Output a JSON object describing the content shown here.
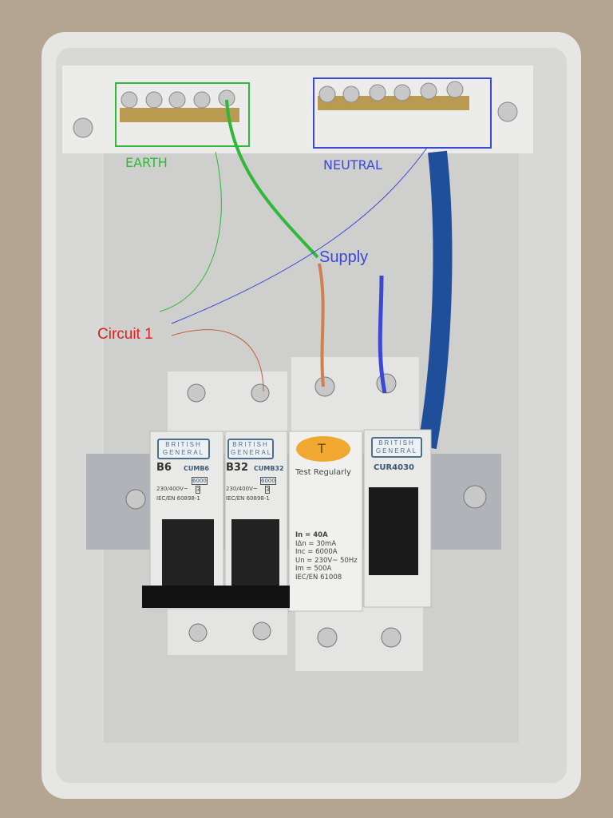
{
  "annotations": {
    "earth": "EARTH",
    "neutral": "NEUTRAL",
    "supply": "Supply",
    "circuit": "Circuit 1",
    "colors": {
      "earth": "#2fb83a",
      "neutral": "#3a48d8",
      "circuit": "#e02020",
      "supply": "#3a48d8"
    }
  },
  "devices": {
    "mcb1": {
      "brand": "BRITISH GENERAL",
      "rating": "B6",
      "model": "CUMB6",
      "breaking": "6000",
      "class": "3",
      "voltage": "230/400V~",
      "standard": "IEC/EN 60898-1"
    },
    "mcb2": {
      "brand": "BRITISH GENERAL",
      "rating": "B32",
      "model": "CUMB32",
      "breaking": "6000",
      "class": "3",
      "voltage": "230/400V~",
      "standard": "IEC/EN 60898-1"
    },
    "rcd": {
      "test_button": "T",
      "test_text": "Test Regularly",
      "specs": [
        "In = 40A",
        "IΔn = 30mA",
        "Inc = 6000A",
        "Un = 230V~ 50Hz",
        "Im = 500A",
        "IEC/EN 61008"
      ]
    },
    "main": {
      "brand": "BRITISH GENERAL",
      "model": "CUR4030"
    }
  }
}
